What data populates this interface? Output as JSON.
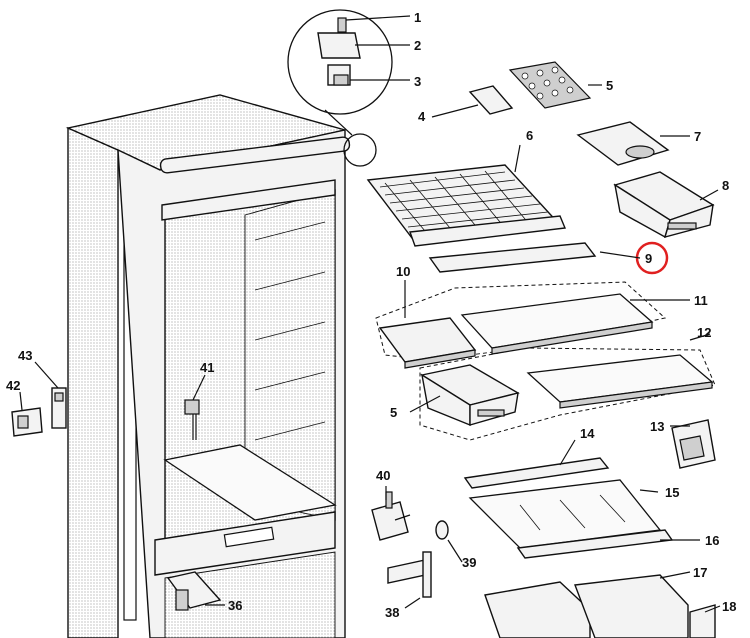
{
  "header": {
    "text": ""
  },
  "callouts": [
    {
      "id": "c1",
      "label": "1"
    },
    {
      "id": "c2",
      "label": "2"
    },
    {
      "id": "c3",
      "label": "3"
    },
    {
      "id": "c4",
      "label": "4"
    },
    {
      "id": "c5a",
      "label": "5"
    },
    {
      "id": "c6",
      "label": "6"
    },
    {
      "id": "c7",
      "label": "7"
    },
    {
      "id": "c8",
      "label": "8"
    },
    {
      "id": "c9",
      "label": "9"
    },
    {
      "id": "c10",
      "label": "10"
    },
    {
      "id": "c11",
      "label": "11"
    },
    {
      "id": "c12",
      "label": "12"
    },
    {
      "id": "c5b",
      "label": "5"
    },
    {
      "id": "c13",
      "label": "13"
    },
    {
      "id": "c14",
      "label": "14"
    },
    {
      "id": "c15",
      "label": "15"
    },
    {
      "id": "c16",
      "label": "16"
    },
    {
      "id": "c17",
      "label": "17"
    },
    {
      "id": "c18",
      "label": "18"
    },
    {
      "id": "c40",
      "label": "40"
    },
    {
      "id": "c39",
      "label": "39"
    },
    {
      "id": "c38",
      "label": "38"
    },
    {
      "id": "c36",
      "label": "36"
    },
    {
      "id": "c41",
      "label": "41"
    },
    {
      "id": "c43",
      "label": "43"
    },
    {
      "id": "c42",
      "label": "42"
    }
  ],
  "highlight": {
    "target": "9",
    "color": "#e02020"
  }
}
